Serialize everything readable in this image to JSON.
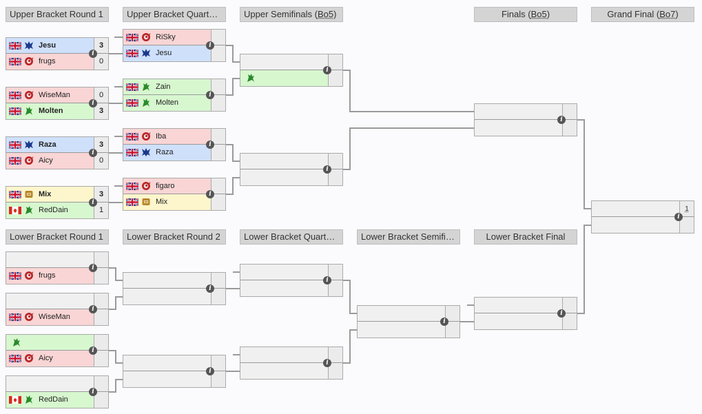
{
  "headers": {
    "ub_r1": "Upper Bracket Round 1",
    "ub_qf": "Upper Bracket Quarterfinals",
    "ub_sf_prefix": "Upper Semifinals (",
    "ub_sf_bo": "Bo5",
    "ub_sf_suffix": ")",
    "finals_prefix": "Finals (",
    "finals_bo": "Bo5",
    "finals_suffix": ")",
    "gf_prefix": "Grand Final (",
    "gf_bo": "Bo7",
    "gf_suffix": ")",
    "lb_r1": "Lower Bracket Round 1",
    "lb_r2": "Lower Bracket Round 2",
    "lb_qf": "Lower Bracket Quarterfinals",
    "lb_sf": "Lower Bracket Semifinal",
    "lb_f": "Lower Bracket Final"
  },
  "ub_r1": [
    {
      "top": {
        "name": "Jesu",
        "flag": "uk",
        "race": "terran",
        "score": "3"
      },
      "bot": {
        "name": "frugs",
        "flag": "uk",
        "race": "zerg",
        "score": "0"
      }
    },
    {
      "top": {
        "name": "WiseMan",
        "flag": "uk",
        "race": "zerg",
        "score": "0"
      },
      "bot": {
        "name": "Molten",
        "flag": "uk",
        "race": "protoss",
        "score": "3"
      }
    },
    {
      "top": {
        "name": "Raza",
        "flag": "uk",
        "race": "terran",
        "score": "3"
      },
      "bot": {
        "name": "Aicy",
        "flag": "uk",
        "race": "zerg",
        "score": "0"
      }
    },
    {
      "top": {
        "name": "Mix",
        "flag": "uk",
        "race": "random",
        "score": "3"
      },
      "bot": {
        "name": "RedDain",
        "flag": "canada",
        "race": "protoss",
        "score": "1"
      }
    }
  ],
  "ub_qf": [
    {
      "top": {
        "name": "RiSky",
        "flag": "uk",
        "race": "zerg"
      },
      "bot": {
        "name": "Jesu",
        "flag": "uk",
        "race": "terran"
      }
    },
    {
      "top": {
        "name": "Zain",
        "flag": "uk",
        "race": "protoss"
      },
      "bot": {
        "name": "Molten",
        "flag": "uk",
        "race": "protoss"
      }
    },
    {
      "top": {
        "name": "Iba",
        "flag": "uk",
        "race": "zerg"
      },
      "bot": {
        "name": "Raza",
        "flag": "uk",
        "race": "terran"
      }
    },
    {
      "top": {
        "name": "figaro",
        "flag": "uk",
        "race": "zerg"
      },
      "bot": {
        "name": "Mix",
        "flag": "uk",
        "race": "random"
      }
    }
  ],
  "lb_r1": [
    {
      "bot": {
        "name": "frugs",
        "flag": "uk",
        "race": "zerg"
      }
    },
    {
      "bot": {
        "name": "WiseMan",
        "flag": "uk",
        "race": "zerg"
      }
    },
    {
      "top": {
        "race": "protoss"
      },
      "bot": {
        "name": "Aicy",
        "flag": "uk",
        "race": "zerg"
      }
    },
    {
      "bot": {
        "name": "RedDain",
        "flag": "canada",
        "race": "protoss"
      }
    }
  ],
  "grand_final": {
    "score": "1"
  },
  "info_glyph": "i",
  "colors": {
    "terran_bg": "#cfe0fb",
    "zerg_bg": "#f9d5d5",
    "protoss_bg": "#d7f7cf",
    "random_bg": "#fdf6cc",
    "terran_icon": "#1c3a8c",
    "zerg_icon": "#b8282a",
    "protoss_icon": "#2b8a2b",
    "random_icon": "#b8862a"
  },
  "icons": {
    "uk": "uk-flag-icon",
    "canada": "canada-flag-icon",
    "terran": "terran-race-icon",
    "zerg": "zerg-race-icon",
    "protoss": "protoss-race-icon",
    "random": "random-race-icon",
    "info": "info-icon"
  }
}
